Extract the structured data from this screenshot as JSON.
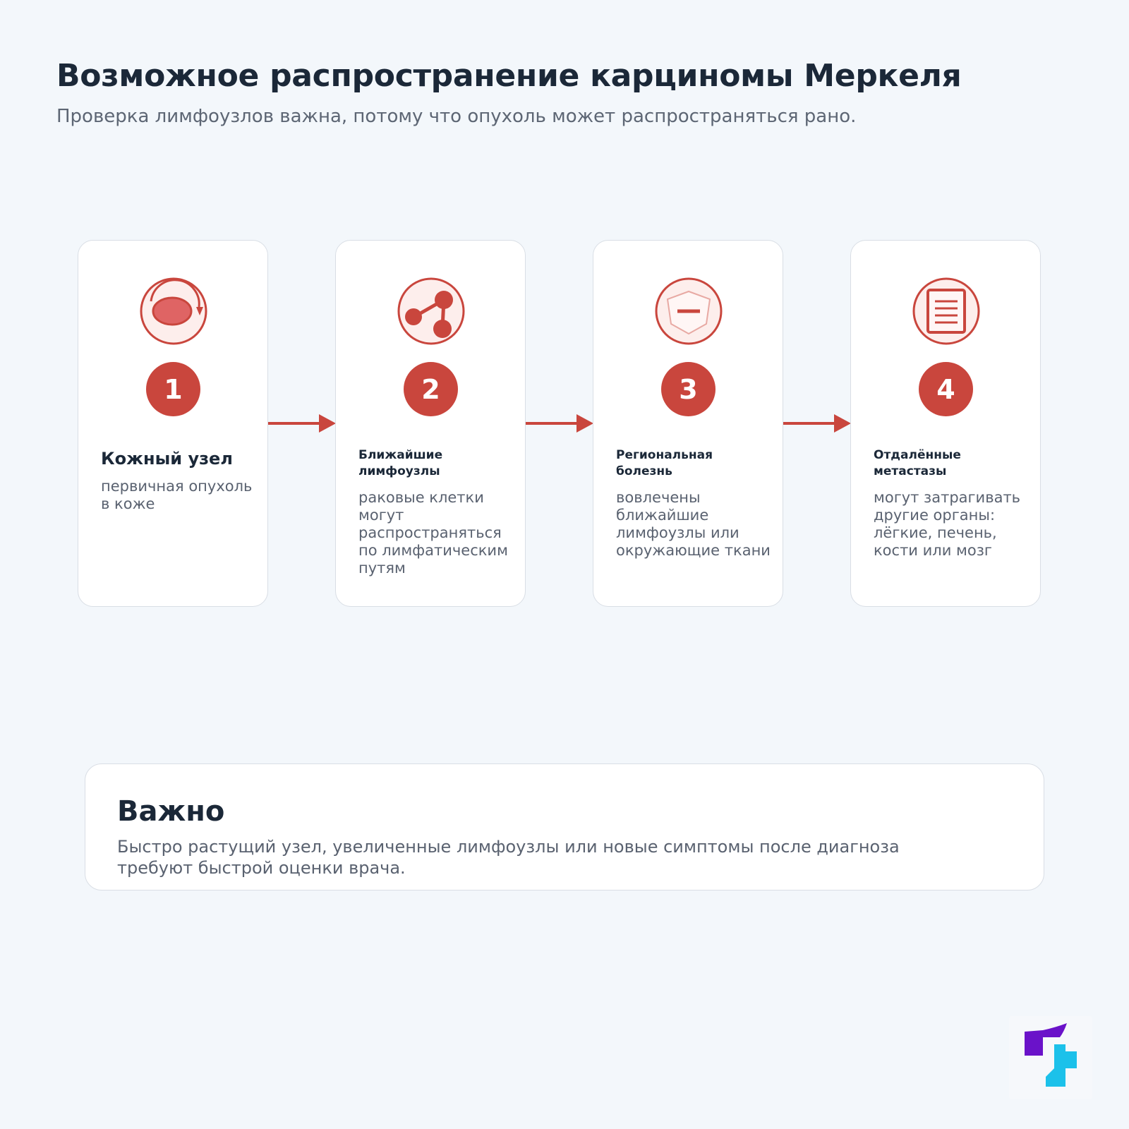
{
  "header": {
    "title": "Возможное распространение карциномы Меркеля",
    "subtitle": "Проверка лимфоузлов важна, потому что опухоль может распространяться рано."
  },
  "steps": [
    {
      "number": "1",
      "icon": "skin-nodule-icon",
      "title": "Кожный узел",
      "description": "первичная опухоль в коже"
    },
    {
      "number": "2",
      "icon": "lymph-network-icon",
      "title": "Ближайшие лимфоузлы",
      "description": "раковые клетки могут распространяться по лимфатическим путям"
    },
    {
      "number": "3",
      "icon": "shield-minus-icon",
      "title": "Региональная болезнь",
      "description": "вовлечены ближайшие лимфоузлы или окружающие ткани"
    },
    {
      "number": "4",
      "icon": "document-icon",
      "title": "Отдалённые метастазы",
      "description": "могут затрагивать другие органы: лёгкие, печень, кости или мозг"
    }
  ],
  "important": {
    "title": "Важно",
    "text": "Быстро растущий узел, увеличенные лимфоузлы или новые симптомы после диагноза требуют быстрой оценки врача."
  },
  "colors": {
    "accent": "#c9463d",
    "background": "#f3f7fb",
    "card": "#ffffff",
    "text_dark": "#1b2838",
    "text_muted": "#5a6270"
  }
}
